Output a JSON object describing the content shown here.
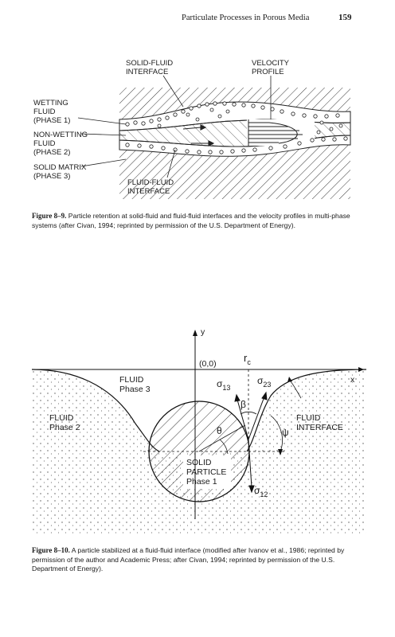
{
  "header": {
    "running_title": "Particulate Processes in Porous Media",
    "page_number": "159"
  },
  "figure_1": {
    "labels": {
      "solid_fluid_interface_line1": "SOLID-FLUID",
      "solid_fluid_interface_line2": "INTERFACE",
      "velocity_profile_line1": "VELOCITY",
      "velocity_profile_line2": "PROFILE",
      "wetting_line1": "WETTING",
      "wetting_line2": "FLUID",
      "wetting_line3": "(PHASE 1)",
      "nonwetting_line1": "NON-WETTING",
      "nonwetting_line2": "FLUID",
      "nonwetting_line3": "(PHASE 2)",
      "solid_matrix_line1": "SOLID MATRIX",
      "solid_matrix_line2": "(PHASE 3)",
      "fluid_fluid_line1": "FLUID-FLUID",
      "fluid_fluid_line2": "INTERFACE"
    },
    "caption_label": "Figure 8–9.",
    "caption_text": "Particle retention at solid-fluid and fluid-fluid interfaces and the velocity profiles in multi-phase systems (after Civan, 1994; reprinted by permission of the U.S. Department of Energy)."
  },
  "figure_2": {
    "labels": {
      "y_axis": "y",
      "x_axis": "x",
      "origin": "(0,0)",
      "r_symbol": "r",
      "r_sub": "c",
      "fluid3_line1": "FLUID",
      "fluid3_line2": "Phase 3",
      "fluid2_line1": "FLUID",
      "fluid2_line2": "Phase 2",
      "interface_line1": "FLUID",
      "interface_line2": "INTERFACE",
      "particle_line1": "SOLID",
      "particle_line2": "PARTICLE",
      "particle_line3": "Phase 1",
      "sigma": "σ",
      "sub_13": "13",
      "sub_23": "23",
      "sub_12": "12",
      "beta": "β",
      "theta": "θ",
      "psi": "ψ"
    },
    "caption_label": "Figure 8–10.",
    "caption_text": "A particle stabilized at a fluid-fluid interface (modified after Ivanov et al., 1986; reprinted by permission of the author and Academic Press; after Civan, 1994; reprinted by permission of the U.S. Department of Energy)."
  }
}
